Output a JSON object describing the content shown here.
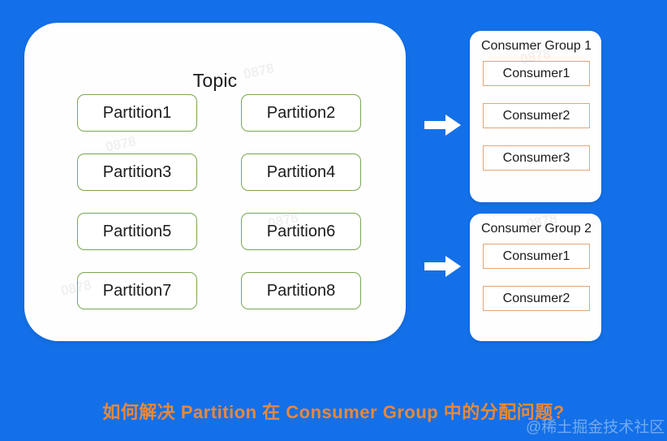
{
  "background_color": "#1470e8",
  "topic": {
    "title": "Topic",
    "border_color": "#7aa64f",
    "partitions": [
      [
        "Partition1",
        "Partition2"
      ],
      [
        "Partition3",
        "Partition4"
      ],
      [
        "Partition5",
        "Partition6"
      ],
      [
        "Partition7",
        "Partition8"
      ]
    ]
  },
  "arrows": [
    {
      "name": "arrow-to-group-1",
      "glyph": "right-arrow",
      "color": "#ffffff"
    },
    {
      "name": "arrow-to-group-2",
      "glyph": "right-arrow",
      "color": "#ffffff"
    }
  ],
  "consumer_groups": [
    {
      "title": "Consumer Group 1",
      "border_color": "#e3a579",
      "consumers": [
        "Consumer1",
        "Consumer2",
        "Consumer3"
      ]
    },
    {
      "title": "Consumer Group 2",
      "border_color": "#e3a579",
      "consumers": [
        "Consumer1",
        "Consumer2"
      ]
    }
  ],
  "caption": {
    "text": "如何解决 Partition 在 Consumer Group 中的分配问题?",
    "color": "#e8883a"
  },
  "watermarks": {
    "brand": "@稀土掘金技术社区",
    "tiles": [
      "0878",
      "0878",
      "0878",
      "0878",
      "0878",
      "0878"
    ]
  }
}
